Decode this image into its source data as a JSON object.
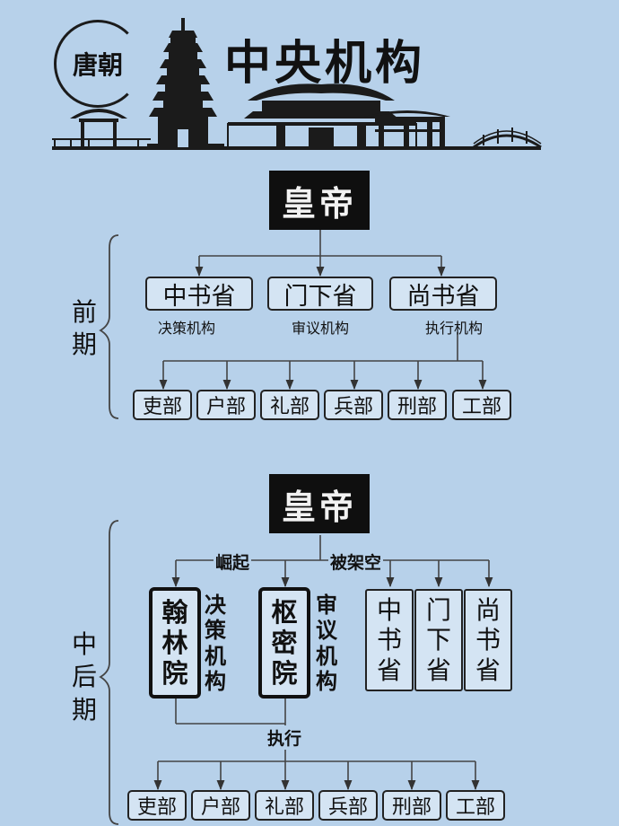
{
  "header": {
    "seal_text": "唐朝",
    "title": "中央机构"
  },
  "early": {
    "period_label": [
      "前",
      "期"
    ],
    "emperor": "皇帝",
    "departments": [
      {
        "name": "中书省",
        "role": "决策机构"
      },
      {
        "name": "门下省",
        "role": "审议机构"
      },
      {
        "name": "尚书省",
        "role": "执行机构"
      }
    ],
    "ministries": [
      "吏部",
      "户部",
      "礼部",
      "兵部",
      "刑部",
      "工部"
    ]
  },
  "late": {
    "period_label": [
      "中",
      "后",
      "期"
    ],
    "emperor": "皇帝",
    "rise_label": "崛起",
    "sideline_label": "被架空",
    "execute_label": "执行",
    "new_bodies": [
      {
        "name": [
          "翰",
          "林",
          "院"
        ],
        "role": [
          "决",
          "策",
          "机",
          "构"
        ]
      },
      {
        "name": [
          "枢",
          "密",
          "院"
        ],
        "role": [
          "审",
          "议",
          "机",
          "构"
        ]
      }
    ],
    "old_departments": [
      [
        "中",
        "书",
        "省"
      ],
      [
        "门",
        "下",
        "省"
      ],
      [
        "尚",
        "书",
        "省"
      ]
    ],
    "ministries": [
      "吏部",
      "户部",
      "礼部",
      "兵部",
      "刑部",
      "工部"
    ]
  }
}
